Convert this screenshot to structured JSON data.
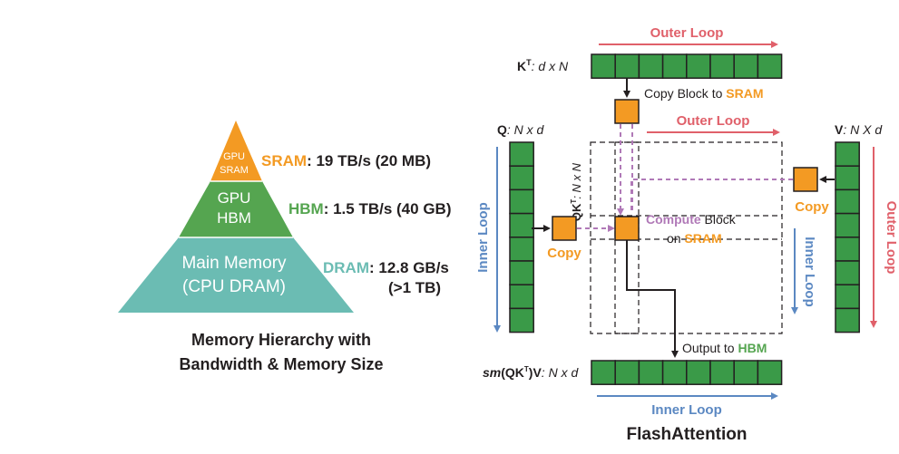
{
  "colors": {
    "sram": "#f39a23",
    "hbm": "#55a550",
    "dram": "#6bbcb3",
    "cell": "#3a9a48",
    "outer": "#e0606a",
    "inner": "#5b88c2",
    "dashed_purple": "#b079b7",
    "text": "#231f20"
  },
  "pyramid": {
    "sram_line1": "GPU",
    "sram_line2": "SRAM",
    "hbm_line1": "GPU",
    "hbm_line2": "HBM",
    "dram_line1": "Main Memory",
    "dram_line2": "(CPU DRAM)"
  },
  "labels": {
    "sram_name": "SRAM",
    "sram_spec": ": 19 TB/s (20 MB)",
    "hbm_name": "HBM",
    "hbm_spec": ": 1.5 TB/s (40 GB)",
    "dram_name": "DRAM",
    "dram_spec": ": 12.8 GB/s",
    "dram_spec2": "(>1 TB)"
  },
  "caption": {
    "line1": "Memory Hierarchy with",
    "line2": "Bandwidth & Memory Size"
  },
  "flash": {
    "kt_name": "K",
    "kt_sup": "T",
    "kt_dims": ": d x N",
    "q_name": "Q",
    "q_dims": ": N x d",
    "v_name": "V",
    "v_dims": ": N X d",
    "qkt_name": "QK",
    "qkt_sup": "T",
    "qkt_dims": ": N x N",
    "out_sm": "sm",
    "out_paren": "(QK",
    "out_sup": "T",
    "out_tail": ")V",
    "out_dims": ": N x d",
    "outer_loop_top": "Outer Loop",
    "outer_loop_mid": "Outer Loop",
    "outer_loop_right": "Outer Loop",
    "inner_loop_left": "Inner Loop",
    "inner_loop_right": "Inner Loop",
    "inner_loop_bottom": "Inner Loop",
    "copy_block_prefix": "Copy Block to ",
    "copy_block_sram": "SRAM",
    "copy_left": "Copy",
    "copy_right": "Copy",
    "compute_word": "Compute",
    "compute_rest": " Block",
    "on_prefix": "on ",
    "on_sram": "SRAM",
    "output_prefix": "Output to ",
    "output_hbm": "HBM",
    "title": "FlashAttention"
  }
}
